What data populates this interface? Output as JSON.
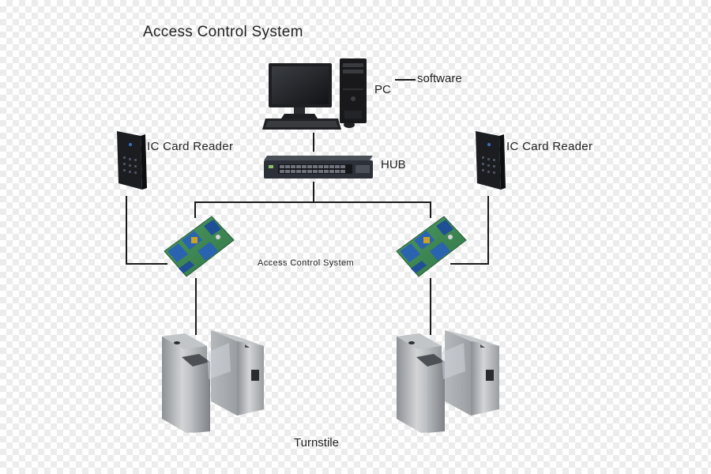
{
  "diagram": {
    "title": "Access Control System",
    "pc_label": "PC",
    "software_label": "software",
    "hub_label": "HUB",
    "reader_left_label": "IC Card Reader",
    "reader_right_label": "IC Card Reader",
    "controller_label": "Access Control System",
    "turnstile_label": "Turnstile"
  },
  "colors": {
    "line": "#1a1a1a",
    "board_green": "#3f8a54",
    "board_blue": "#2a63b0",
    "steel": "#a9acaf",
    "reader_black": "#1b1d21"
  }
}
